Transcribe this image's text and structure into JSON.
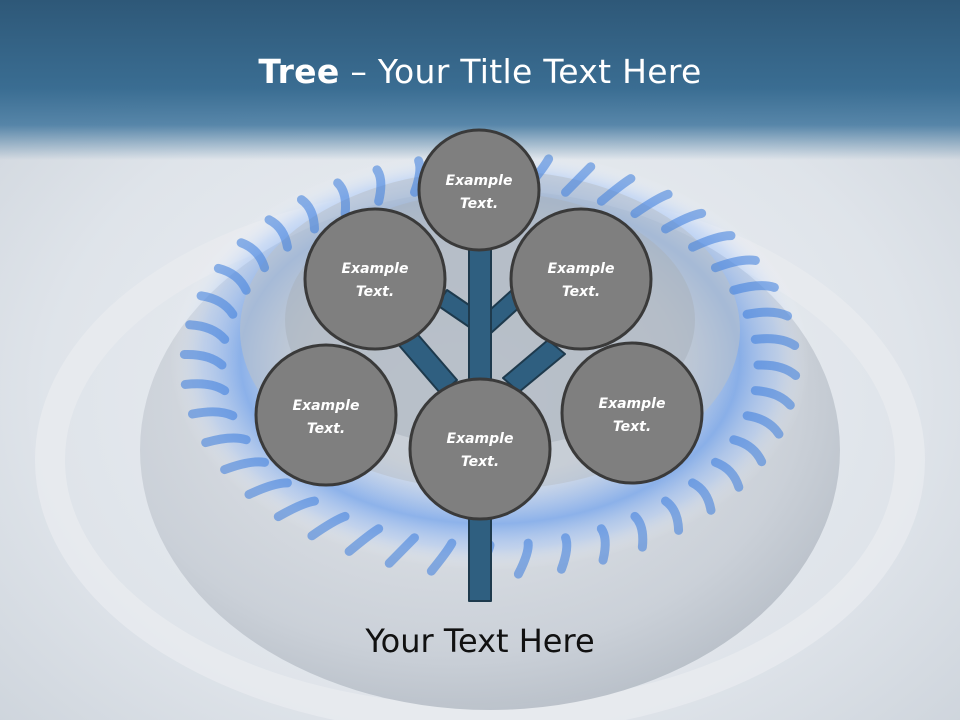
{
  "slide": {
    "title_bold": "Tree",
    "title_rest": " – Your Title Text Here",
    "caption": "Your Text Here"
  },
  "nodes": [
    {
      "id": "top",
      "line1": "Example",
      "line2": "Text."
    },
    {
      "id": "upper-left",
      "line1": "Example",
      "line2": "Text."
    },
    {
      "id": "upper-right",
      "line1": "Example",
      "line2": "Text."
    },
    {
      "id": "lower-left",
      "line1": "Example",
      "line2": "Text."
    },
    {
      "id": "center",
      "line1": "Example",
      "line2": "Text."
    },
    {
      "id": "lower-right",
      "line1": "Example",
      "line2": "Text."
    }
  ],
  "colors": {
    "header": "#2e5878",
    "trunk": "#2f5f80",
    "trunk_stroke": "#1e3a4d",
    "node_fill": "#7f7f7f",
    "node_stroke": "#3a3a3a",
    "flame": "#3b7bdc"
  }
}
